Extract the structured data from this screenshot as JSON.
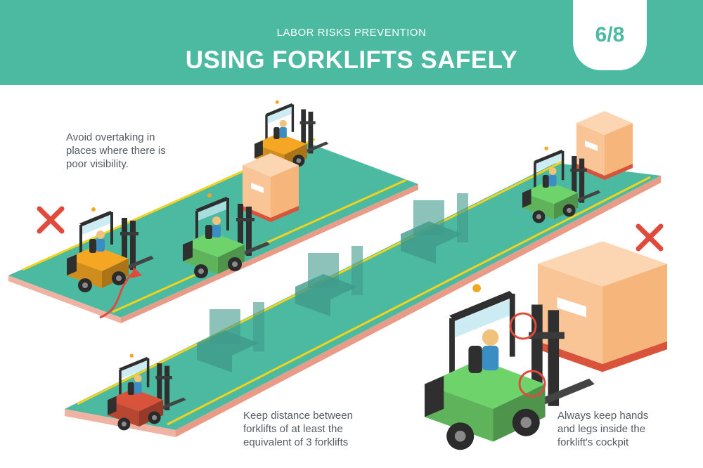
{
  "header": {
    "subtitle": "LABOR RISKS PREVENTION",
    "title": "USING FORKLIFTS SAFELY",
    "page_indicator": "6/8"
  },
  "tips": [
    {
      "lines": [
        "Avoid overtaking in",
        "places where there is",
        "poor visibility."
      ]
    },
    {
      "lines": [
        "Keep distance between",
        "forklifts of at least the",
        "equivalent of 3 forklifts"
      ]
    },
    {
      "lines": [
        "Always keep hands",
        "and legs inside the",
        "forklift's cockpit"
      ]
    }
  ],
  "icons": {
    "wrong_marker": "x-mark-icon",
    "highlight_marker": "red-circle-icon",
    "overtake_arrow": "curved-arrow-icon"
  },
  "colors": {
    "header": "#4cb9a1",
    "lane": "#4cb9a1",
    "lane_edge": "#f0b3a3",
    "lane_stripe": "#f3d21d",
    "danger": "#e04a3b",
    "forklift_yellow": "#f5a623",
    "forklift_green": "#6fd36b",
    "forklift_red": "#d9533b",
    "crate": "#f9c596"
  }
}
